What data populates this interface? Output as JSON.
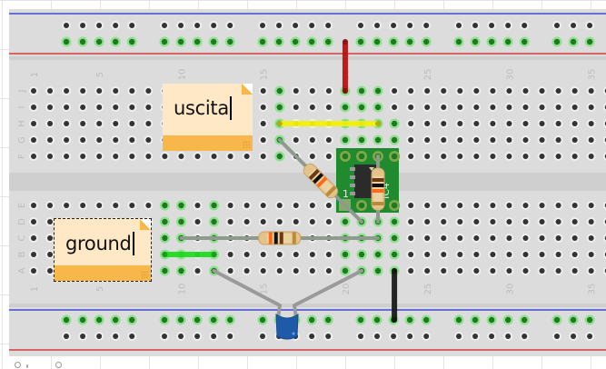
{
  "app": {
    "view": "Breadboard View"
  },
  "breadboard": {
    "column_labels": [
      "1",
      "5",
      "10",
      "15",
      "20",
      "25",
      "30",
      "35"
    ],
    "row_labels_top": [
      "J",
      "I",
      "H",
      "G",
      "F"
    ],
    "row_labels_bottom": [
      "E",
      "D",
      "C",
      "B",
      "A"
    ],
    "colors": {
      "board": "#dcdcdc",
      "channel": "#d0cfcf",
      "hole": "#333333",
      "hole_connected": "#1f7a1f",
      "hole_connected_glow": "#8fe08f",
      "rail_blue": "#1f2fd0",
      "rail_red": "#d21d1d",
      "label": "#bdbdbd"
    }
  },
  "notes": [
    {
      "id": "note-uscita",
      "text": "uscita",
      "selected": false
    },
    {
      "id": "note-ground",
      "text": "ground",
      "selected": true
    }
  ],
  "components": {
    "ic": {
      "label": "IC4",
      "pin1_label": "1",
      "color": "#1f8a2e"
    },
    "wires": [
      {
        "name": "red-wire",
        "color": "#c01010",
        "from": "top-rail-col-20",
        "to": "J20"
      },
      {
        "name": "yellow-wire",
        "color": "#f2f20d",
        "from": "H15",
        "to": "H21"
      },
      {
        "name": "green-wire",
        "color": "#22dd22",
        "from": "B9",
        "to": "B12"
      },
      {
        "name": "black-wire",
        "color": "#1a1a1a",
        "from": "A22",
        "to": "bottom-rail-col-22"
      }
    ],
    "resistors": [
      {
        "name": "resistor-diagonal",
        "bands": [
          "#6b3a13",
          "#111111",
          "#ff6a1a",
          "#b98b3a"
        ]
      },
      {
        "name": "resistor-vertical",
        "bands": [
          "#6b3a13",
          "#111111",
          "#ff6a1a",
          "#b98b3a"
        ]
      },
      {
        "name": "resistor-horizontal",
        "bands": [
          "#ff6a1a",
          "#111111",
          "#6b3a13",
          "#b98b3a"
        ]
      }
    ],
    "capacitor": {
      "name": "ceramic-capacitor",
      "color": "#1e5aa8"
    }
  }
}
